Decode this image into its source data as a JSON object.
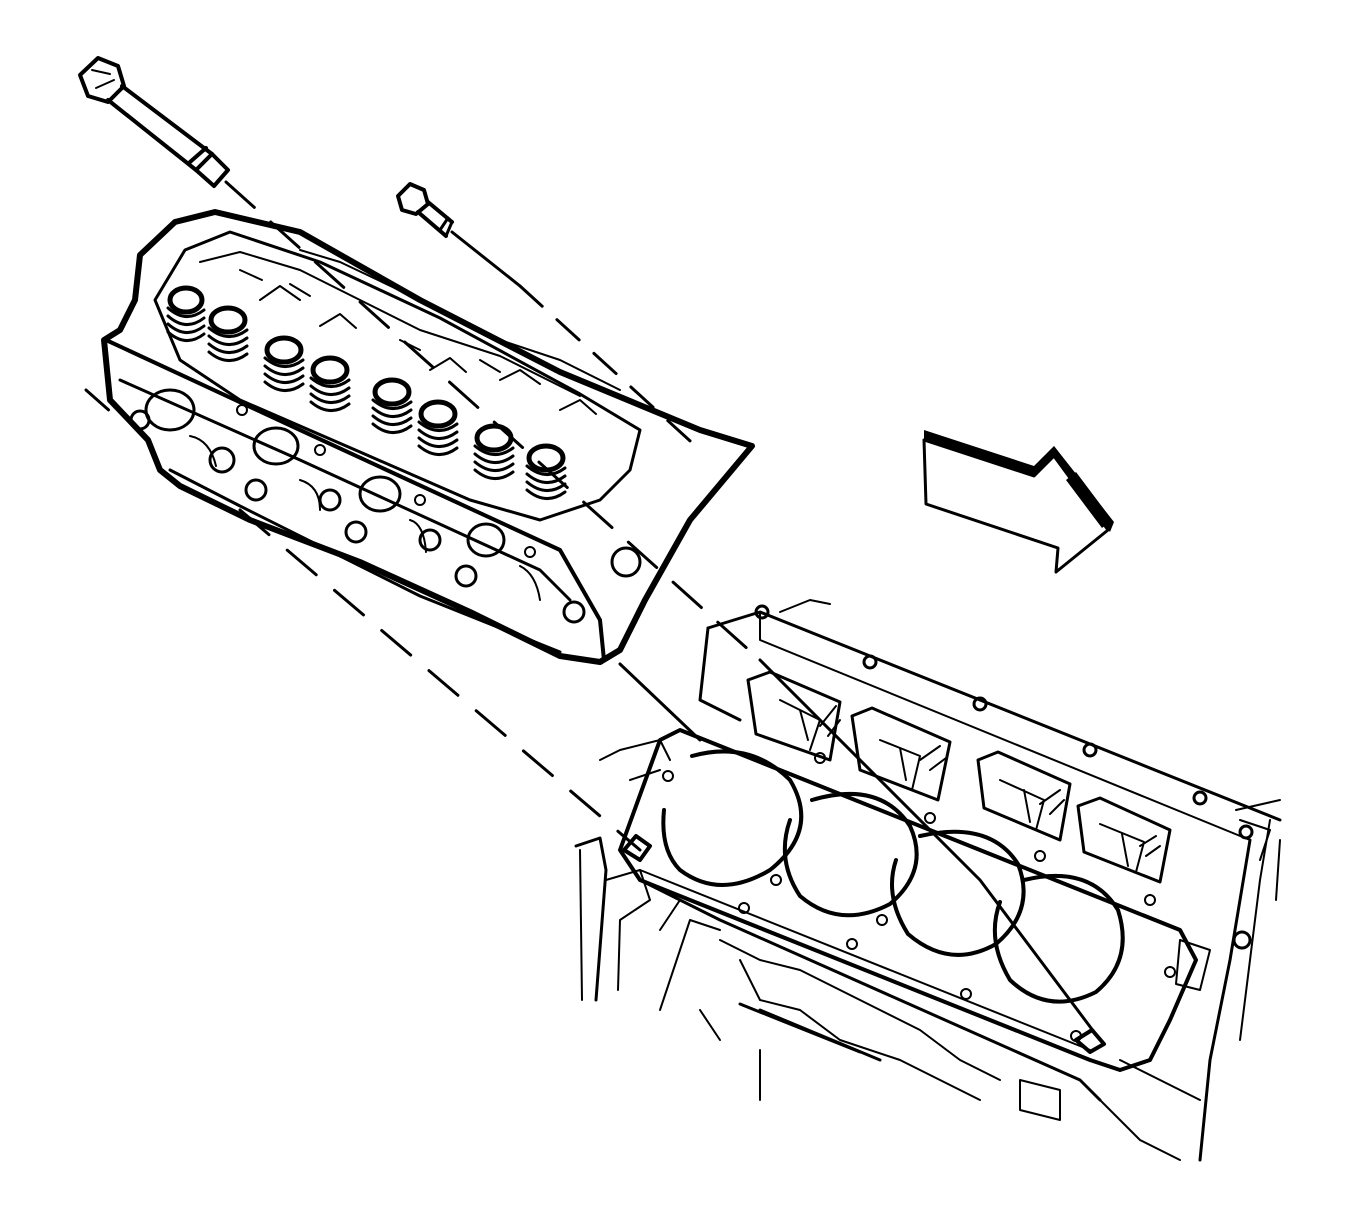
{
  "diagram": {
    "style": "black line-art exploded view",
    "components": [
      {
        "id": "cylinder-head",
        "icon": "cylinder-head-icon"
      },
      {
        "id": "long-head-bolt",
        "icon": "bolt-icon"
      },
      {
        "id": "short-head-bolt",
        "icon": "bolt-icon"
      },
      {
        "id": "head-gasket",
        "icon": "gasket-icon"
      },
      {
        "id": "engine-block",
        "icon": "engine-block-icon"
      },
      {
        "id": "direction-arrow",
        "icon": "arrow-right-down-icon"
      }
    ],
    "colors": {
      "ink": "#000000",
      "background": "#ffffff"
    }
  }
}
